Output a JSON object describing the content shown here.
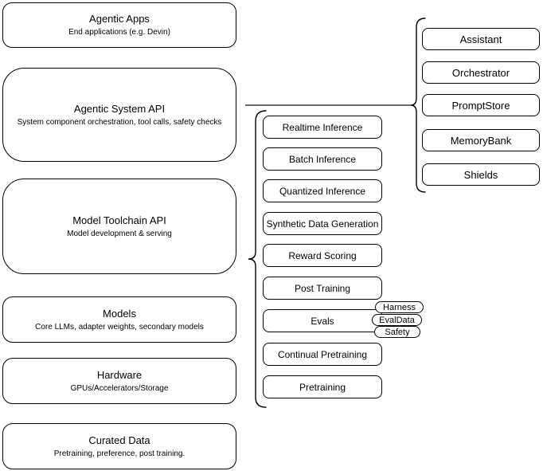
{
  "diagram": {
    "background_color": "#ffffff",
    "box_fill_color": "#ffffff",
    "box_border_color": "#000000",
    "text_color": "#000000",
    "left_stack": [
      {
        "title": "Agentic Apps",
        "subtitle": "End applications (e.g. Devin)"
      },
      {
        "title": "Agentic System API",
        "subtitle": "System component orchestration, tool calls, safety checks"
      },
      {
        "title": "Model Toolchain API",
        "subtitle": "Model development & serving"
      },
      {
        "title": "Models",
        "subtitle": "Core LLMs, adapter weights, secondary models"
      },
      {
        "title": "Hardware",
        "subtitle": "GPUs/Accelerators/Storage"
      },
      {
        "title": "Curated Data",
        "subtitle": "Pretraining, preference, post training."
      }
    ],
    "toolchain_group": {
      "items": [
        "Realtime Inference",
        "Batch Inference",
        "Quantized Inference",
        "Synthetic Data Generation",
        "Reward Scoring",
        "Post Training",
        "Evals",
        "Continual Pretraining",
        "Pretraining"
      ]
    },
    "evals_tags": [
      "Harness",
      "EvalData",
      "Safety"
    ],
    "system_group": {
      "items": [
        "Assistant",
        "Orchestrator",
        "PromptStore",
        "MemoryBank",
        "Shields"
      ]
    }
  }
}
